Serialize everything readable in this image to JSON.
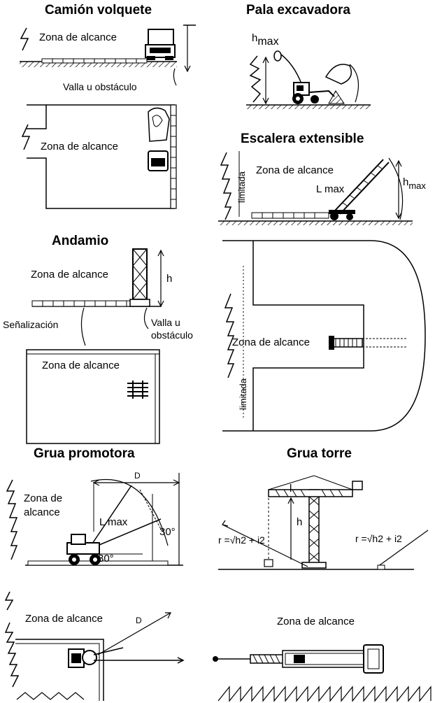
{
  "sections": {
    "dump_truck": {
      "title": "Camión volquete",
      "zone": "Zona de alcance",
      "zone2": "Zona de alcance",
      "obstacle": "Valla u obstáculo"
    },
    "excavator": {
      "title": "Pala excavadora",
      "hmax_h": "h",
      "hmax_sub": "max"
    },
    "ladder": {
      "title": "Escalera extensible",
      "zone": "Zona de alcance",
      "limited": "limitada",
      "lmax": "L max",
      "hmax_h": "h",
      "hmax_sub": "max"
    },
    "scaffold": {
      "title": "Andamio",
      "zone": "Zona de alcance",
      "zone2": "Zona de alcance",
      "h": "h",
      "signal": "Señalización",
      "obstacle_line1": "Valla u",
      "obstacle_line2": "obstáculo"
    },
    "ladder_plan": {
      "zone": "Zona de alcance",
      "limited": "limitada"
    },
    "mobile_crane": {
      "title": "Grua promotora",
      "zone_line1": "Zona de",
      "zone_line2": "alcance",
      "lmax": "L max",
      "d": "D",
      "angle_top": "30°",
      "angle_bottom": "30°"
    },
    "tower_crane": {
      "title": "Grua torre",
      "l": "l",
      "h": "h",
      "formula_left": "r =√h2 + i2",
      "formula_right": "r =√h2 + i2"
    },
    "crane_plan": {
      "zone": "Zona de alcance",
      "d": "D"
    },
    "tower_plan": {
      "zone": "Zona de alcance"
    }
  }
}
